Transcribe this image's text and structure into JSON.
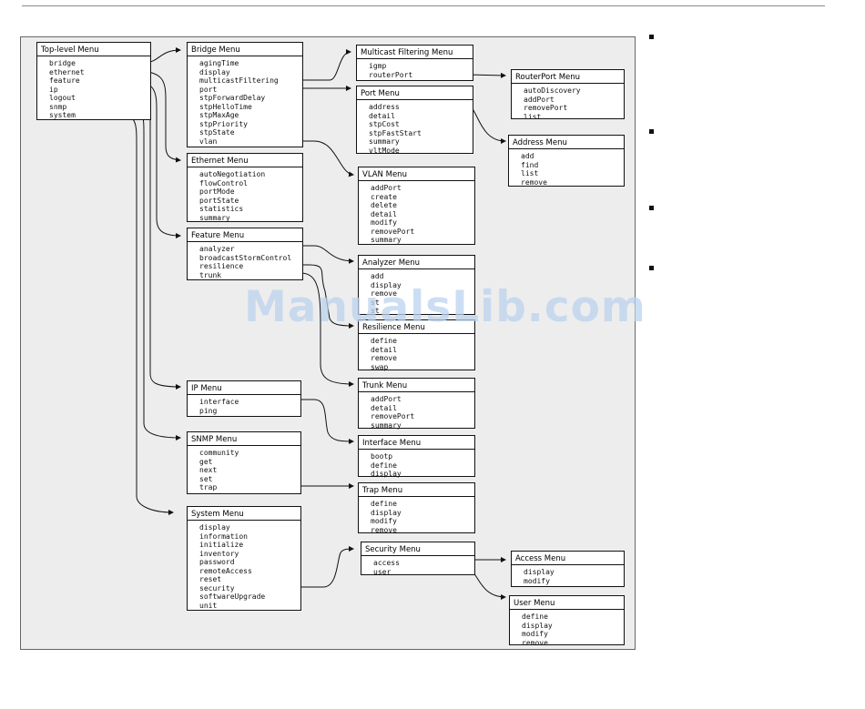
{
  "diagram": {
    "boxes": [
      {
        "id": "top",
        "title": "Top-level Menu",
        "items": [
          "bridge",
          "ethernet",
          "feature",
          "ip",
          "logout",
          "snmp",
          "system"
        ]
      },
      {
        "id": "bridge",
        "title": "Bridge Menu",
        "items": [
          "agingTime",
          "display",
          "multicastFiltering",
          "port",
          "stpForwardDelay",
          "stpHelloTime",
          "stpMaxAge",
          "stpPriority",
          "stpState",
          "vlan"
        ]
      },
      {
        "id": "ethernet",
        "title": "Ethernet Menu",
        "items": [
          "autoNegotiation",
          "flowControl",
          "portMode",
          "portState",
          "statistics",
          "summary"
        ]
      },
      {
        "id": "feature",
        "title": "Feature Menu",
        "items": [
          "analyzer",
          "broadcastStormControl",
          "resilience",
          "trunk"
        ]
      },
      {
        "id": "ip",
        "title": "IP Menu",
        "items": [
          "interface",
          "ping"
        ]
      },
      {
        "id": "snmp",
        "title": "SNMP Menu",
        "items": [
          "community",
          "get",
          "next",
          "set",
          "trap"
        ]
      },
      {
        "id": "system",
        "title": "System Menu",
        "items": [
          "display",
          "information",
          "initialize",
          "inventory",
          "password",
          "remoteAccess",
          "reset",
          "security",
          "softwareUpgrade",
          "unit"
        ]
      },
      {
        "id": "mcast",
        "title": "Multicast Filtering Menu",
        "items": [
          "igmp",
          "routerPort"
        ]
      },
      {
        "id": "port",
        "title": "Port Menu",
        "items": [
          "address",
          "detail",
          "stpCost",
          "stpFastStart",
          "summary",
          "vltMode"
        ]
      },
      {
        "id": "vlan",
        "title": "VLAN Menu",
        "items": [
          "addPort",
          "create",
          "delete",
          "detail",
          "modify",
          "removePort",
          "summary"
        ]
      },
      {
        "id": "analyzer",
        "title": "Analyzer Menu",
        "items": [
          "add",
          "display",
          "remove",
          "st",
          "st"
        ]
      },
      {
        "id": "resilience",
        "title": "Resilience Menu",
        "items": [
          "define",
          "detail",
          "remove",
          "swap"
        ]
      },
      {
        "id": "trunk",
        "title": "Trunk Menu",
        "items": [
          "addPort",
          "detail",
          "removePort",
          "summary"
        ]
      },
      {
        "id": "interface",
        "title": "Interface Menu",
        "items": [
          "bootp",
          "define",
          "display"
        ]
      },
      {
        "id": "trap",
        "title": "Trap Menu",
        "items": [
          "define",
          "display",
          "modify",
          "remove"
        ]
      },
      {
        "id": "security",
        "title": "Security Menu",
        "items": [
          "access",
          "user"
        ]
      },
      {
        "id": "routerport",
        "title": "RouterPort Menu",
        "items": [
          "autoDiscovery",
          "addPort",
          "removePort",
          "list"
        ]
      },
      {
        "id": "address",
        "title": "Address Menu",
        "items": [
          "add",
          "find",
          "list",
          "remove"
        ]
      },
      {
        "id": "access",
        "title": "Access Menu",
        "items": [
          "display",
          "modify"
        ]
      },
      {
        "id": "user",
        "title": "User Menu",
        "items": [
          "define",
          "display",
          "modify",
          "remove"
        ]
      }
    ]
  },
  "watermark": "ManualsLib.com",
  "colors": {
    "panel": "#ededed",
    "line": "#111111",
    "watermark": "#bcd3ef"
  }
}
